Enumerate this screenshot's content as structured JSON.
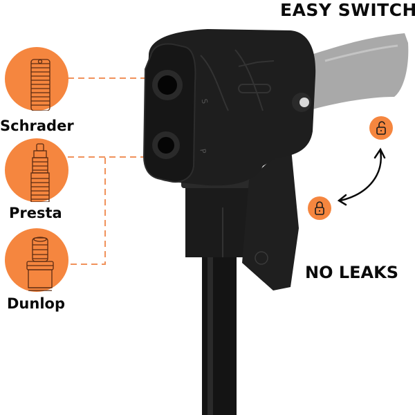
{
  "headline": {
    "easy_switch": "EASY SWITCH",
    "no_leaks": "NO LEAKS"
  },
  "valves": [
    {
      "name": "Schrader",
      "icon": "schrader-valve-icon"
    },
    {
      "name": "Presta",
      "icon": "presta-valve-icon"
    },
    {
      "name": "Dunlop",
      "icon": "dunlop-valve-icon"
    }
  ],
  "pump_head": {
    "port_labels": [
      "S",
      "P"
    ]
  },
  "locks": [
    {
      "state": "unlocked",
      "icon": "unlock-icon"
    },
    {
      "state": "locked",
      "icon": "lock-icon"
    }
  ],
  "colors": {
    "accent": "#f5863f",
    "text": "#0a0a0a",
    "pump_body": "#1e1e1e",
    "lever": "#a8a8a8"
  }
}
